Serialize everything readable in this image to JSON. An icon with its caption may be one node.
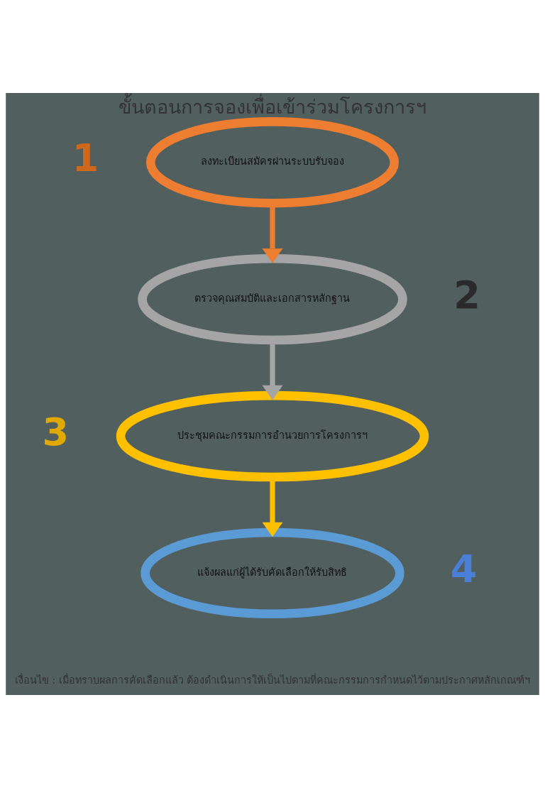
{
  "diagram": {
    "title": "ขั้นตอนการจองเพื่อเข้าร่วมโครงการฯ",
    "caption": "เงื่อนไข : เมื่อทราบผลการคัดเลือกแล้ว ต้องดำเนินการให้เป็นไปตามที่คณะกรรมการกำหนดไว้ตามประกาศหลักเกณฑ์ฯ",
    "nodes": [
      {
        "text": [
          "ลงทะเบียนสมัครผ่านระบบรับจอง"
        ],
        "beside": [
          "1"
        ]
      },
      {
        "text": [
          "ตรวจคุณสมบัติและเอกสารหลักฐาน"
        ],
        "beside": [
          "2"
        ]
      },
      {
        "text": [
          "ประชุมคณะกรรมการอำนวยการโครงการฯ"
        ],
        "beside": [
          "3"
        ]
      },
      {
        "text": [
          "แจ้งผลแก่ผู้ได้รับคัดเลือกให้รับสิทธิ"
        ],
        "beside": [
          "4"
        ]
      }
    ],
    "edges": [
      {
        "from": 0,
        "to": 1,
        "arrow": "to",
        "color": "#ed7d31"
      },
      {
        "from": 1,
        "to": 2,
        "arrow": "to",
        "color": "#a5a5a5"
      },
      {
        "from": 2,
        "to": 3,
        "arrow": "to",
        "color": "#ffc000"
      }
    ]
  }
}
